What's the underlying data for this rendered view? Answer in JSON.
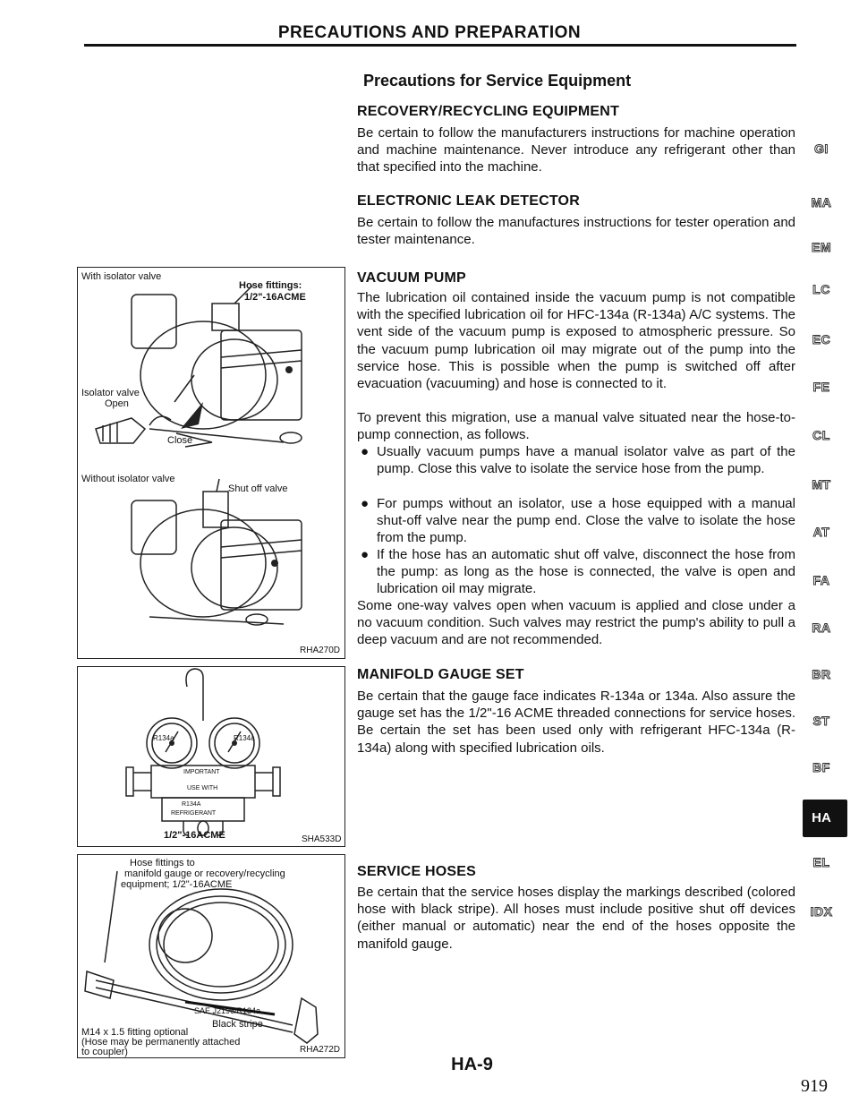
{
  "header": {
    "title": "PRECAUTIONS AND PREPARATION"
  },
  "section_title": "Precautions for Service Equipment",
  "recovery": {
    "heading": "RECOVERY/RECYCLING EQUIPMENT",
    "text": "Be certain to follow the manufacturers instructions for machine operation and machine maintenance. Never introduce any refrigerant other than that specified into the machine."
  },
  "leak": {
    "heading": "ELECTRONIC LEAK DETECTOR",
    "text": "Be certain to follow the manufactures instructions for tester operation and tester maintenance."
  },
  "vacuum": {
    "heading": "VACUUM PUMP",
    "p1": "The lubrication oil contained inside the vacuum pump is not compatible with the specified lubrication oil for HFC-134a (R-134a) A/C systems. The vent side of the vacuum pump is exposed to atmospheric pressure. So the vacuum pump lubrication oil may migrate out of the pump into the service hose. This is possible when the pump is switched off after evacuation (vacuuming) and hose is connected to it.",
    "p2": "To prevent this migration, use a manual valve situated near the hose-to-pump connection, as follows.",
    "bullets": [
      "Usually vacuum pumps have a manual isolator valve as part of the pump. Close this valve to isolate the service hose from the pump.",
      "For pumps without an isolator, use a hose equipped with a manual shut-off valve near the pump end. Close the valve to isolate the hose from the pump.",
      "If the hose has an automatic shut off valve, disconnect the hose from the pump: as long as the hose is connected, the valve is open and lubrication oil may migrate."
    ],
    "bullet_mark": "●",
    "p3": "Some one-way valves open when vacuum is applied and close under a no vacuum condition. Such valves may restrict the pump's ability to pull a deep vacuum and are not recommended."
  },
  "manifold": {
    "heading": "MANIFOLD GAUGE SET",
    "text": "Be certain that the gauge face indicates R-134a or 134a. Also assure the gauge set has the 1/2\"-16 ACME threaded connections for service hoses. Be certain the set has been used only with refrigerant HFC-134a (R-134a) along with specified lubrication oils."
  },
  "hoses": {
    "heading": "SERVICE HOSES",
    "text": "Be certain that the service hoses display the markings described (colored hose with black stripe). All hoses must include positive shut off devices (either manual or automatic) near the end of the hoses opposite the manifold gauge."
  },
  "figure1": {
    "with_isolator": "With isolator valve",
    "hose_fittings": "Hose fittings:",
    "hose_fittings_size": "1/2\"-16ACME",
    "isolator_valve": "Isolator valve",
    "open": "Open",
    "close": "Close",
    "without_isolator": "Without isolator valve",
    "shut_off": "Shut off valve",
    "ref": "RHA270D"
  },
  "figure2": {
    "r134a_left": "R134a",
    "r134a_right": "R134a",
    "important": "IMPORTANT",
    "use_with": "USE WITH",
    "r134a_label": "R134A",
    "refrigerant": "REFRIGERANT",
    "size": "1/2\"-16ACME",
    "ref": "SHA533D"
  },
  "figure3": {
    "note1": "Hose fittings to",
    "note2": "manifold gauge or recovery/recycling",
    "note3": "equipment; 1/2\"-16ACME",
    "sae": "SAE J2196/R134a",
    "black_stripe": "Black stripe",
    "m14_1": "M14 x 1.5 fitting optional",
    "m14_2": "(Hose may be permanently attached",
    "m14_3": "to coupler)",
    "ref": "RHA272D"
  },
  "side_tabs": [
    "GI",
    "MA",
    "EM",
    "LC",
    "EC",
    "FE",
    "CL",
    "MT",
    "AT",
    "FA",
    "RA",
    "BR",
    "ST",
    "BF",
    "EL",
    "IDX"
  ],
  "active_tab": "HA",
  "footer": {
    "page_code": "HA-9",
    "page_number": "919"
  }
}
